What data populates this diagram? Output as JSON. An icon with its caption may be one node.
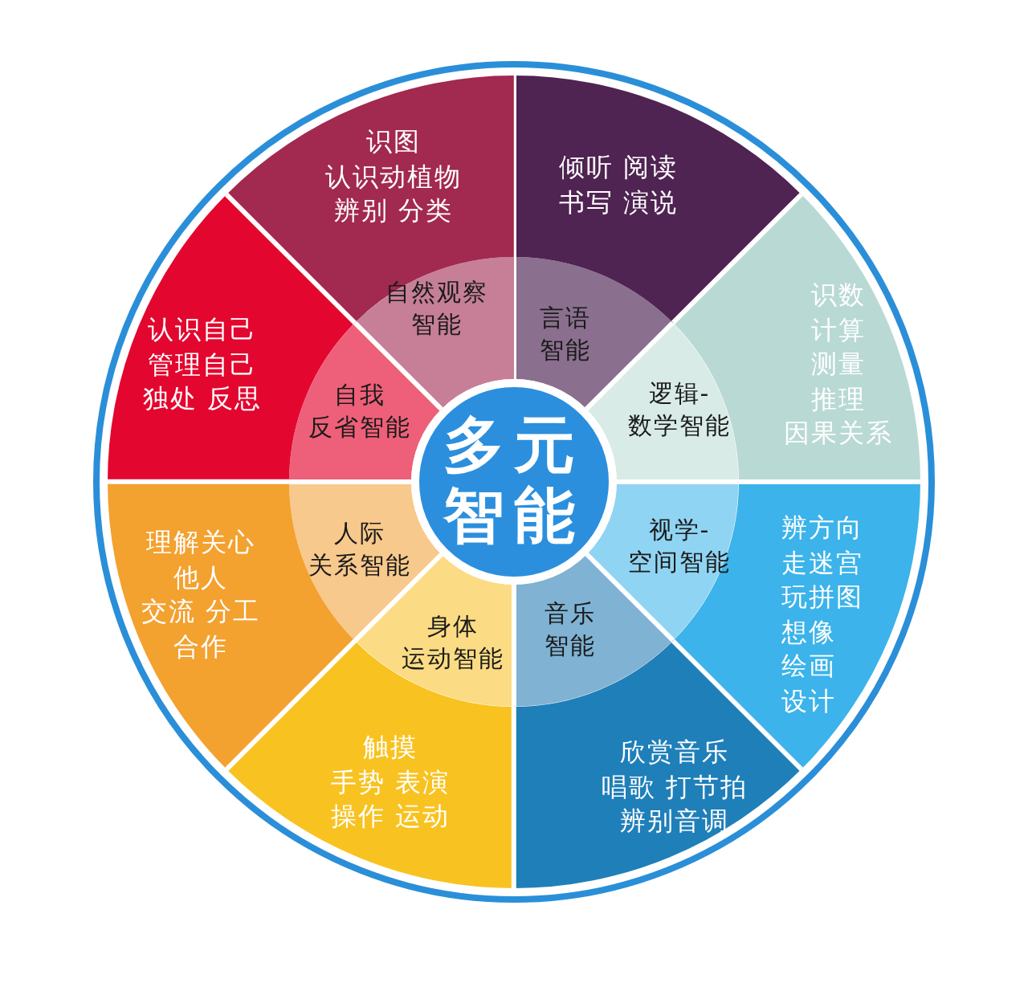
{
  "diagram": {
    "nodes": [
      {
        "text": [
          "多元智能"
        ]
      },
      {
        "text": [
          "言语智能"
        ]
      },
      {
        "text": [
          "倾听 阅读书写 演说"
        ]
      },
      {
        "text": [
          "逻辑-数学智能"
        ]
      },
      {
        "text": [
          "识数计算测量推理因果关系"
        ]
      },
      {
        "text": [
          "视学-空间智能"
        ]
      },
      {
        "text": [
          "辨方向走迷宫玩拼图想像绘画设计"
        ]
      },
      {
        "text": [
          "音乐智能"
        ]
      },
      {
        "text": [
          "欣赏音乐唱歌 打节拍辨别音调"
        ]
      },
      {
        "text": [
          "身体运动智能"
        ]
      },
      {
        "text": [
          "触摸手势 表演操作 运动"
        ]
      },
      {
        "text": [
          "人际关系智能"
        ]
      },
      {
        "text": [
          "理解关心他人交流 分工合作"
        ]
      },
      {
        "text": [
          "自我反省智能"
        ]
      },
      {
        "text": [
          "认识自己管理自己独处 反思"
        ]
      },
      {
        "text": [
          "自然观察智能"
        ]
      },
      {
        "text": [
          "识图认识动植物辨别 分类"
        ]
      }
    ]
  }
}
